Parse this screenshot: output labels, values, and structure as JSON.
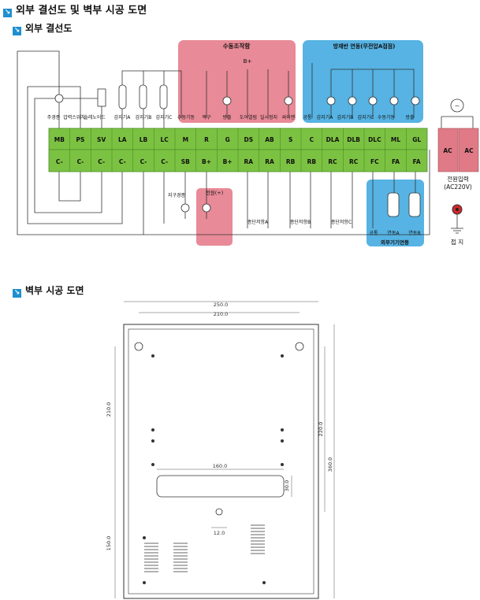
{
  "title": "외부 결선도 및 벽부 시공 도면",
  "section1": "외부 결선도",
  "section2": "벽부 시공 도면",
  "manual_box": "수동조작함",
  "manual_bplus": "B+",
  "panel_box": "방재반 연동(무전압A접점)",
  "external_box": "외부기기연동",
  "top_terms": [
    "MB",
    "PS",
    "SV",
    "LA",
    "LB",
    "LC",
    "M",
    "R",
    "G",
    "DS",
    "AB",
    "S",
    "C",
    "DLA",
    "DLB",
    "DLC",
    "ML",
    "GL"
  ],
  "bottom_terms": [
    "C-",
    "C-",
    "C-",
    "C-",
    "C-",
    "C-",
    "SB",
    "B+",
    "B+",
    "RA",
    "RA",
    "RB",
    "RB",
    "RC",
    "RC",
    "FC",
    "FA",
    "FA"
  ],
  "device_labels": [
    "주경종",
    "압력스위치",
    "솔레노이드",
    "감지기A",
    "감지기B",
    "감지기C",
    "수동기동",
    "복구",
    "방출",
    "도어열림",
    "일시정지",
    "싸이렌",
    "공통",
    "감지기A",
    "감지기B",
    "감지기C",
    "수동기동",
    "방출"
  ],
  "ac": [
    "AC",
    "AC"
  ],
  "power_input": "전원입력",
  "power_spec": "(AC220V)",
  "ground": "접 지",
  "fire_bell": "지구경종",
  "power_plus": "전원(+)",
  "end_resistors": [
    "종단저항A",
    "종단저항B",
    "종단저항C"
  ],
  "ext_labels": [
    "공통",
    "연동A",
    "연동B"
  ],
  "dims": {
    "w250": "250.0",
    "w210": "210.0",
    "h210": "210.0",
    "h220": "220.0",
    "h360": "360.0",
    "w160": "160.0",
    "h30": "30.0",
    "w12": "12.0",
    "h150": "150.0"
  },
  "colors": {
    "pink": "#e88a97",
    "blue": "#56b3e3",
    "green": "#7cc242",
    "ac": "#e07a86"
  }
}
